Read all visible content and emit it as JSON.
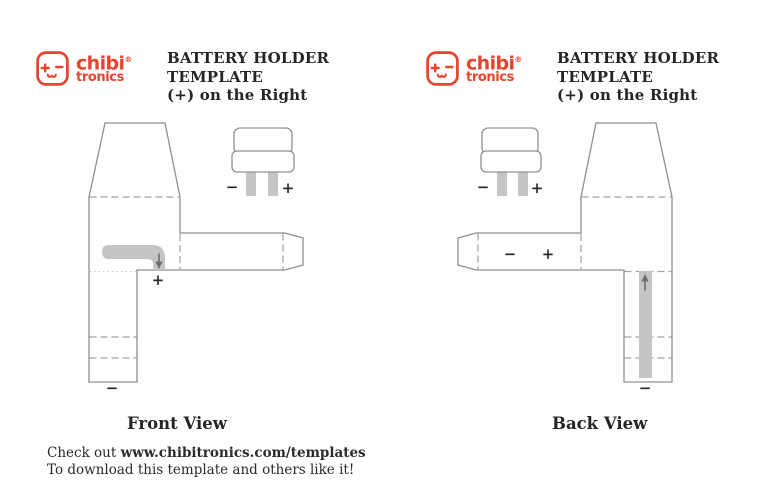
{
  "logo": {
    "word_top": "chibi",
    "registered_mark": "®",
    "word_bottom": "tronics",
    "brand_color": "#e8432d"
  },
  "header": {
    "title_line1": "BATTERY HOLDER",
    "title_line2": "TEMPLATE",
    "title_line3": "(+) on the Right"
  },
  "front_view": {
    "caption": "Front View",
    "battery_icon": {
      "minus_label": "−",
      "plus_label": "+"
    },
    "tape_terminal_label": "+",
    "bottom_terminal_label": "−"
  },
  "back_view": {
    "caption": "Back View",
    "battery_icon": {
      "minus_label": "−",
      "plus_label": "+"
    },
    "arm_minus_label": "−",
    "arm_plus_label": "+",
    "bottom_terminal_label": "−"
  },
  "footer": {
    "line1_prefix": "Check out ",
    "line1_url": "www.chibitronics.com/templates",
    "line2": "To download this template and others like it!"
  },
  "colors": {
    "outline_gray": "#8f8f8f",
    "dash_gray": "#a3a3a3",
    "dot_gray": "#c8c8c8",
    "tape_gray": "#c4c5c7",
    "arrow_gray": "#6e6e6e",
    "text_ink": "#2b2b2b",
    "brand_red": "#e8432d"
  }
}
